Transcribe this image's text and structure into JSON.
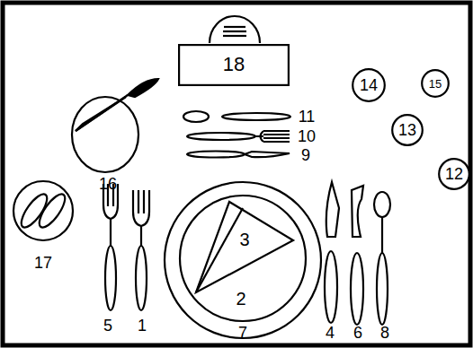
{
  "diagram": {
    "nodes": [
      {
        "text": [
          "18"
        ]
      },
      {
        "text": [
          "14"
        ]
      },
      {
        "text": [
          "15"
        ]
      },
      {
        "text": [
          "13"
        ]
      },
      {
        "text": [
          "12"
        ]
      }
    ],
    "labels": [
      "11",
      "10",
      "9",
      "16",
      "17",
      "3",
      "2",
      "7",
      "5",
      "1",
      "4",
      "6",
      "8"
    ]
  }
}
